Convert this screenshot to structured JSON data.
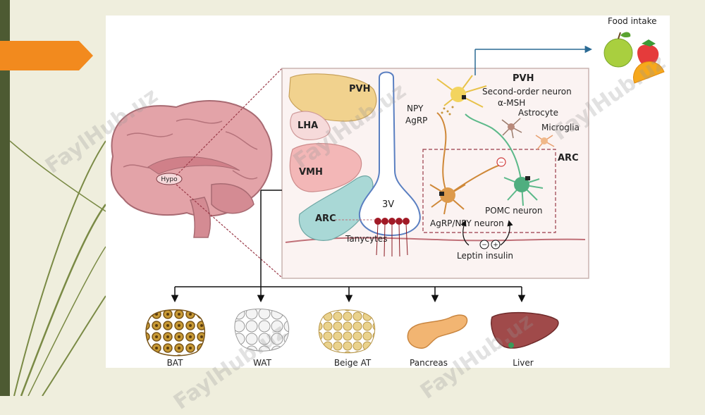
{
  "regions": {
    "pvh": "PVH",
    "lha": "LHA",
    "vmh": "VMH",
    "arc": "ARC",
    "third_ventricle": "3V",
    "tanycytes": "Tanycytes",
    "hypo": "Hypo"
  },
  "arc_panel": {
    "pvh_title": "PVH",
    "second_order": "Second-order neuron",
    "amsh": "α-MSH",
    "npy": "NPY",
    "agrp": "AgRP",
    "astrocyte": "Astrocyte",
    "microglia": "Microglia",
    "arc": "ARC",
    "pomc": "POMC neuron",
    "agrp_npy": "AgRP/NPY neuron",
    "leptin_insulin": "Leptin insulin",
    "minus": "−",
    "plus": "+"
  },
  "food_intake": "Food intake",
  "targets": [
    "BAT",
    "WAT",
    "Beige AT",
    "Pancreas",
    "Liver"
  ],
  "watermark": "FaylHub.uz",
  "colors": {
    "pvh": "#f1d28e",
    "lha": "#f6dada",
    "vmh": "#f3b7b7",
    "arc": "#a9d8d6",
    "ventricle": "#5a7fc1",
    "orange": "#f28a1e",
    "sidebar": "#4d5a32"
  }
}
